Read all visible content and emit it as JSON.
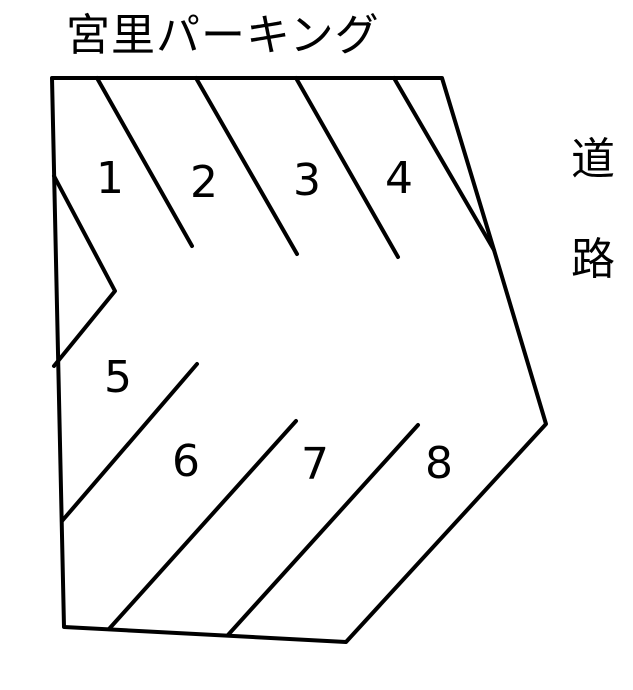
{
  "title": "宮里パーキング",
  "road_label": [
    "道",
    "路"
  ],
  "spaces": [
    "1",
    "2",
    "3",
    "4",
    "5",
    "6",
    "7",
    "8"
  ]
}
